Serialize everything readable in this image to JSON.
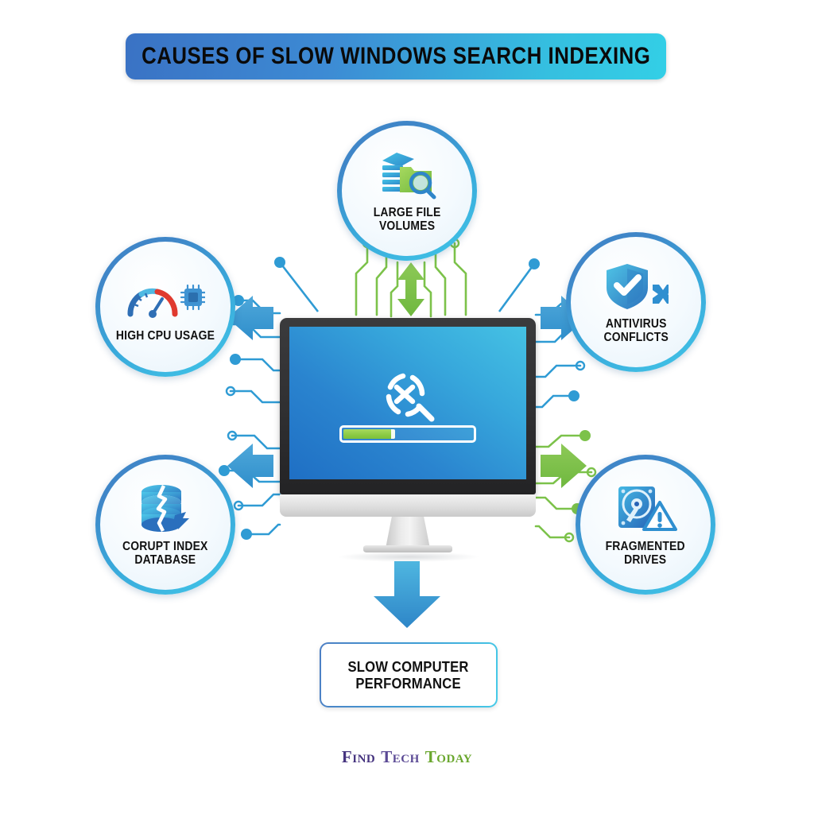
{
  "banner": {
    "title": "CAUSES OF SLOW WINDOWS SEARCH INDEXING",
    "gradient_from": "#3a72c4",
    "gradient_to": "#33cfe6"
  },
  "center": {
    "device": "desktop-monitor",
    "screen_icon": "search-magnifier-error-icon",
    "progress_percent": 40,
    "progress_color": "#8dcb45",
    "screen_gradient_from": "#1f6fc4",
    "screen_gradient_to": "#45c2e4"
  },
  "causes": [
    {
      "id": "large-file-volumes",
      "label": "LARGE FILE\nVOLUMES",
      "icon": "files-folder-search-icon",
      "position": "top",
      "connector_color": "#7cc24a"
    },
    {
      "id": "high-cpu-usage",
      "label": "HIGH CPU USAGE",
      "icon": "gauge-cpu-chip-icon",
      "position": "left-top",
      "connector_color": "#2f9bd4"
    },
    {
      "id": "antivirus-conflicts",
      "label": "ANTIVIRUS\nCONFLICTS",
      "icon": "shield-check-cross-icon",
      "position": "right-top",
      "connector_color": "#2f9bd4"
    },
    {
      "id": "corupt-index-database",
      "label": "CORUPT INDEX\nDATABASE",
      "icon": "cracked-database-icon",
      "position": "left-bottom",
      "connector_color": "#2f9bd4"
    },
    {
      "id": "fragmented-drives",
      "label": "FRAGMENTED\nDRIVES",
      "icon": "hard-drive-warning-icon",
      "position": "right-bottom",
      "connector_color": "#7cc24a"
    }
  ],
  "result": {
    "label": "SLOW COMPUTER\nPERFORMANCE",
    "arrow": "down-arrow",
    "border_from": "#4d7fc4",
    "border_to": "#46cbe8"
  },
  "footer": {
    "logo_part1": "Find",
    "logo_part2": "Tech",
    "logo_part3": "Today",
    "color1": "#46347f",
    "color2": "#5b4a95",
    "color3": "#6aa72e"
  }
}
